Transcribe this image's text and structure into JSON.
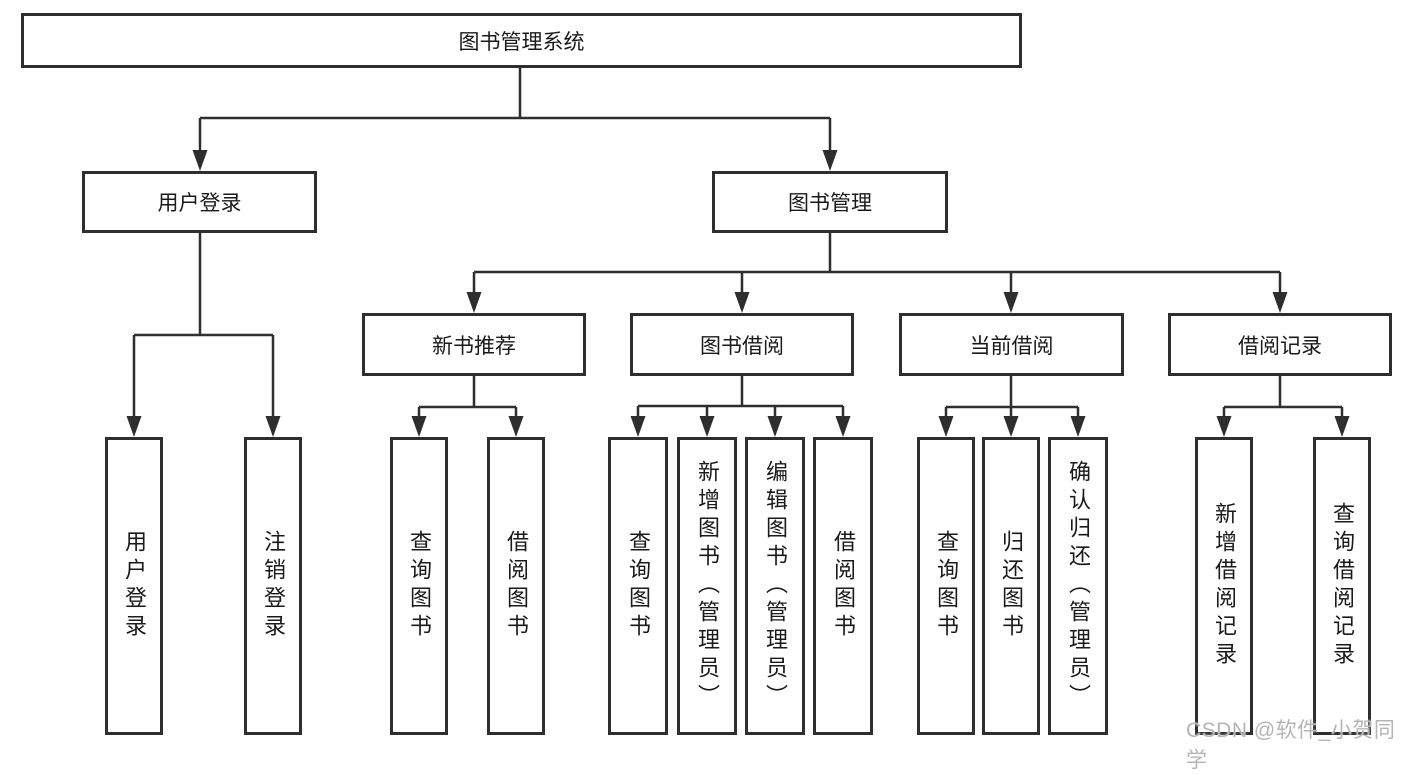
{
  "diagram": {
    "watermark": "CSDN @软件_小贺同学",
    "colors": {
      "line": "#2e2e2e",
      "box_border": "#2e2e2e",
      "text": "#1a1a1a",
      "watermark": "#b5b5b5",
      "background": "#ffffff"
    },
    "nodes": {
      "root": {
        "label": "图书管理系统"
      },
      "user_login": {
        "label": "用户登录"
      },
      "book_mgmt": {
        "label": "图书管理"
      },
      "new_book_rec": {
        "label": "新书推荐"
      },
      "book_borrow": {
        "label": "图书借阅"
      },
      "current_borrow": {
        "label": "当前借阅"
      },
      "borrow_records": {
        "label": "借阅记录"
      },
      "login": {
        "label": "用户登录"
      },
      "logout": {
        "label": "注销登录"
      },
      "nbr_query": {
        "label": "查询图书"
      },
      "nbr_borrow": {
        "label": "借阅图书"
      },
      "bb_query": {
        "label": "查询图书"
      },
      "bb_add": {
        "label": "新增图书（管理员）"
      },
      "bb_edit": {
        "label": "编辑图书（管理员）"
      },
      "bb_borrow": {
        "label": "借阅图书"
      },
      "cb_query": {
        "label": "查询图书"
      },
      "cb_return": {
        "label": "归还图书"
      },
      "cb_confirm": {
        "label": "确认归还（管理员）"
      },
      "br_add": {
        "label": "新增借阅记录"
      },
      "br_query": {
        "label": "查询借阅记录"
      }
    },
    "edges": [
      [
        "root",
        "user_login"
      ],
      [
        "root",
        "book_mgmt"
      ],
      [
        "user_login",
        "login"
      ],
      [
        "user_login",
        "logout"
      ],
      [
        "book_mgmt",
        "new_book_rec"
      ],
      [
        "book_mgmt",
        "book_borrow"
      ],
      [
        "book_mgmt",
        "current_borrow"
      ],
      [
        "book_mgmt",
        "borrow_records"
      ],
      [
        "new_book_rec",
        "nbr_query"
      ],
      [
        "new_book_rec",
        "nbr_borrow"
      ],
      [
        "book_borrow",
        "bb_query"
      ],
      [
        "book_borrow",
        "bb_add"
      ],
      [
        "book_borrow",
        "bb_edit"
      ],
      [
        "book_borrow",
        "bb_borrow"
      ],
      [
        "current_borrow",
        "cb_query"
      ],
      [
        "current_borrow",
        "cb_return"
      ],
      [
        "current_borrow",
        "cb_confirm"
      ],
      [
        "borrow_records",
        "br_add"
      ],
      [
        "borrow_records",
        "br_query"
      ]
    ]
  }
}
